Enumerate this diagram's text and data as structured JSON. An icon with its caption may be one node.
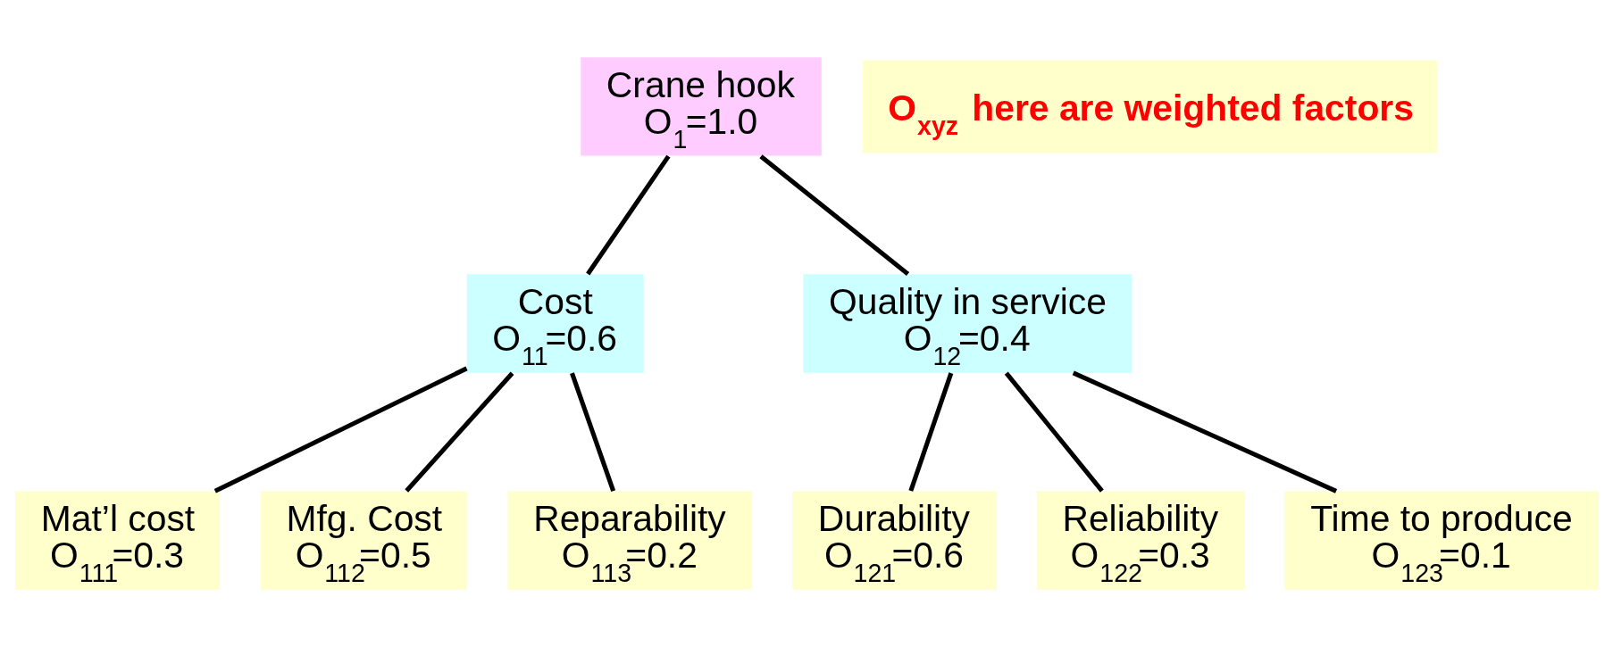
{
  "diagram": {
    "nodes": [
      {
        "text": [
          "Crane hook",
          "O$_{1}$=1.0"
        ]
      },
      {
        "text": [
          "O$_{xyz}$ here are weighted factors"
        ]
      },
      {
        "text": [
          "Cost",
          "O$_{11}$=0.6"
        ]
      },
      {
        "text": [
          "Quality in service",
          "O$_{12}$=0.4"
        ]
      },
      {
        "text": [
          "Mat’l cost",
          "O$_{111}$=0.3"
        ]
      },
      {
        "text": [
          "Mfg. Cost",
          "O$_{112}$=0.5"
        ]
      },
      {
        "text": [
          "Reparability",
          "O$_{113}$=0.2"
        ]
      },
      {
        "text": [
          "Durability",
          "O$_{121}$=0.6"
        ]
      },
      {
        "text": [
          "Reliability",
          "O$_{122}$=0.3"
        ]
      },
      {
        "text": [
          "Time to produce",
          "O$_{123}$=0.1"
        ]
      }
    ],
    "edges": [
      {
        "from": 0,
        "to": 2,
        "arrow": "none"
      },
      {
        "from": 0,
        "to": 3,
        "arrow": "none"
      },
      {
        "from": 2,
        "to": 4,
        "arrow": "none"
      },
      {
        "from": 2,
        "to": 5,
        "arrow": "none"
      },
      {
        "from": 2,
        "to": 6,
        "arrow": "none"
      },
      {
        "from": 3,
        "to": 7,
        "arrow": "none"
      },
      {
        "from": 3,
        "to": 8,
        "arrow": "none"
      },
      {
        "from": 3,
        "to": 9,
        "arrow": "none"
      }
    ]
  }
}
